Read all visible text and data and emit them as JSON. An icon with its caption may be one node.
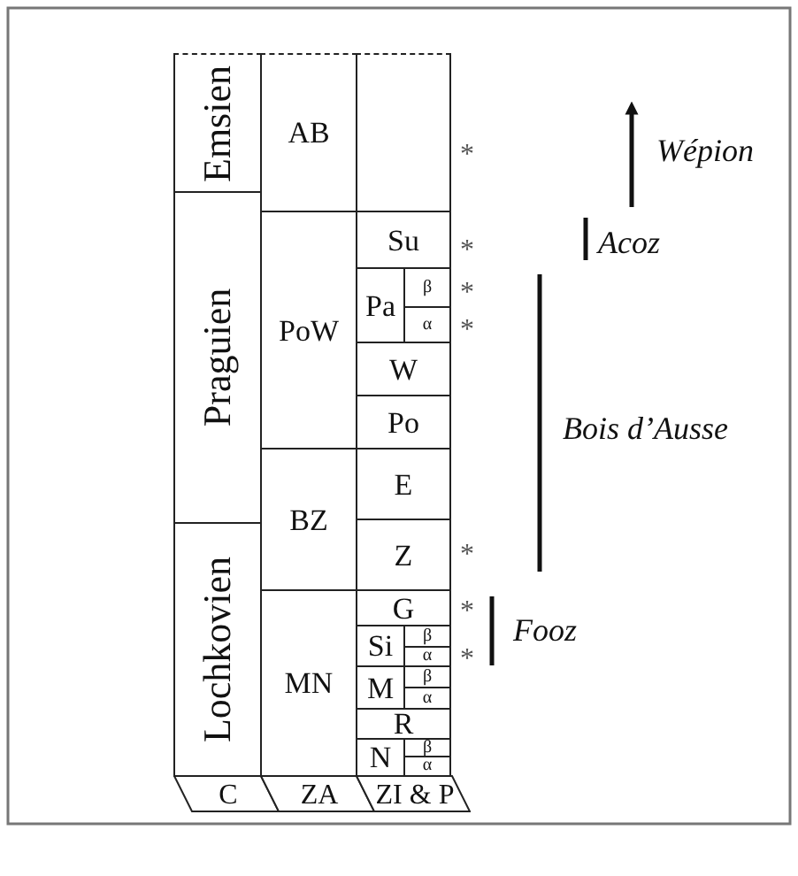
{
  "diagram": {
    "nodes": [
      {
        "text": [
          "Emsien"
        ]
      },
      {
        "text": [
          "AB"
        ]
      },
      {
        "text": [],
        "shape": "box"
      },
      {
        "text": [
          "Praguien"
        ]
      },
      {
        "text": [
          "PoW"
        ]
      },
      {
        "text": [
          "Su"
        ]
      },
      {
        "text": [
          "Pa"
        ]
      },
      {
        "text": [
          "β"
        ]
      },
      {
        "text": [
          "α"
        ]
      },
      {
        "text": [
          "W"
        ]
      },
      {
        "text": [
          "Po"
        ]
      },
      {
        "text": [
          "BZ"
        ]
      },
      {
        "text": [
          "E"
        ]
      },
      {
        "text": [
          "Z"
        ]
      },
      {
        "text": [
          "Lochkovien"
        ]
      },
      {
        "text": [
          "MN"
        ]
      },
      {
        "text": [
          "G"
        ]
      },
      {
        "text": [
          "Si"
        ]
      },
      {
        "text": [
          "β"
        ]
      },
      {
        "text": [
          "α"
        ]
      },
      {
        "text": [
          "M"
        ]
      },
      {
        "text": [
          "β"
        ]
      },
      {
        "text": [
          "α"
        ]
      },
      {
        "text": [
          "R"
        ]
      },
      {
        "text": [
          "N"
        ]
      },
      {
        "text": [
          "β"
        ]
      },
      {
        "text": [
          "α"
        ]
      },
      {
        "text": [
          "C"
        ]
      },
      {
        "text": [
          "ZA"
        ]
      },
      {
        "text": [
          "ZI & P"
        ]
      }
    ],
    "labels": [
      "*",
      "Wépion",
      "*",
      "Acoz",
      "*",
      "*",
      "Bois d’Ausse",
      "*",
      "*",
      "Fooz",
      "*"
    ]
  }
}
